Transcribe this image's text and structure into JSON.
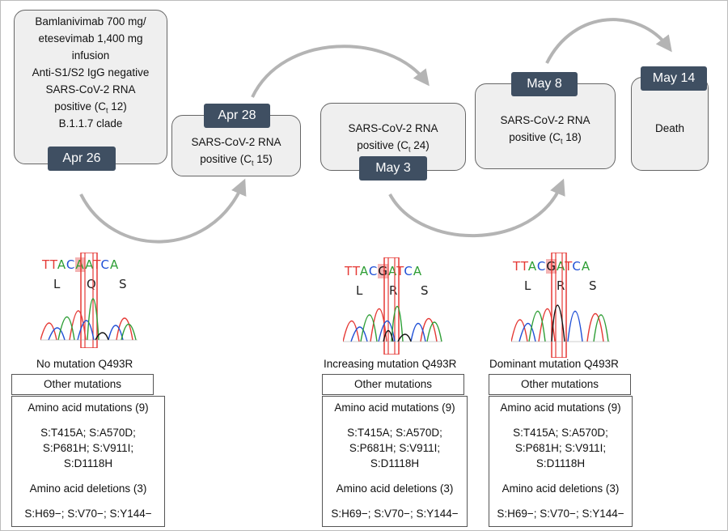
{
  "boxes": [
    {
      "id": "apr26",
      "date": "Apr 26",
      "lines": [
        "Bamlanivimab 700 mg/",
        "etesevimab 1,400 mg",
        "infusion",
        "Anti-S1/S2 IgG negative",
        "SARS-CoV-2 RNA",
        "positive (Ct 12)",
        "B.1.1.7 clade"
      ]
    },
    {
      "id": "apr28",
      "date": "Apr 28",
      "lines": [
        "SARS-CoV-2 RNA",
        "positive (Ct 15)"
      ]
    },
    {
      "id": "may3",
      "date": "May 3",
      "lines": [
        "SARS-CoV-2 RNA",
        "positive (Ct 24)"
      ]
    },
    {
      "id": "may8",
      "date": "May 8",
      "lines": [
        "SARS-CoV-2 RNA",
        "positive (Ct 18)"
      ]
    },
    {
      "id": "may14",
      "date": "May 14",
      "lines": [
        "Death"
      ]
    }
  ],
  "chromatograms": [
    {
      "id": "c1",
      "sequence": "TTACAATCA",
      "amino_acids": [
        "L",
        "Q",
        "S"
      ],
      "caption": "No mutation Q493R"
    },
    {
      "id": "c2",
      "sequence": "TTACGATCA",
      "amino_acids": [
        "L",
        "R",
        "S"
      ],
      "caption": "Increasing mutation Q493R"
    },
    {
      "id": "c3",
      "sequence": "TTACGATCA",
      "amino_acids": [
        "L",
        "R",
        "S"
      ],
      "caption": "Dominant mutation Q493R"
    }
  ],
  "mutation_panel": {
    "header": "Other mutations",
    "aa_mutations_title": "Amino acid mutations (9)",
    "aa_mutations_lines": [
      "S:T415A; S:A570D;",
      "S:P681H; S:V911I;",
      "S:D1118H"
    ],
    "aa_deletions_title": "Amino acid deletions (3)",
    "aa_deletions": "S:H69−; S:V70−; S:Y144−"
  },
  "colors": {
    "date_badge": "#3f4f62",
    "box_fill": "#efefef",
    "arrow": "#b4b4b4",
    "highlight": "#e53935",
    "base_A": "#2e9e35",
    "base_C": "#1f4fd6",
    "base_G": "#111111",
    "base_T": "#e53935"
  }
}
